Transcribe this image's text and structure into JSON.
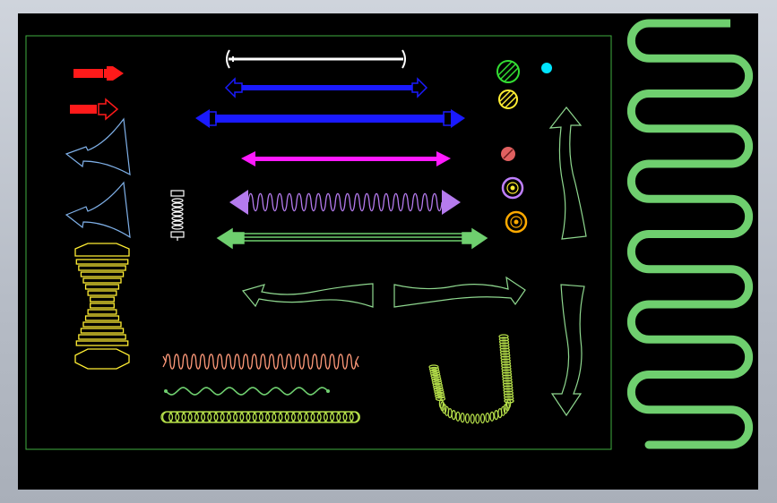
{
  "colors": {
    "background": "#000000",
    "viewport_bg": "#c4c9d1",
    "border": "#3fae3f",
    "red": "#ff1a1a",
    "white": "#ffffff",
    "blue": "#1a1aff",
    "magenta": "#ff1aff",
    "lavender": "#b57bee",
    "green": "#6fcf6f",
    "pale_green": "#8fd88f",
    "light_blue": "#7fb0e8",
    "yellow": "#ffee33",
    "salmon": "#ff9a7a",
    "lime": "#b6e04a",
    "cyan": "#00e5ff",
    "orange": "#ffaa00",
    "violet": "#c080ff",
    "pink_red": "#e06060"
  },
  "elements": {
    "red_arrows": 2,
    "funnel_arrows": 2,
    "double_arrows": 6,
    "circle_symbols": 6,
    "curved_arrows": 4,
    "springs": 4,
    "meander_loops": 6
  }
}
